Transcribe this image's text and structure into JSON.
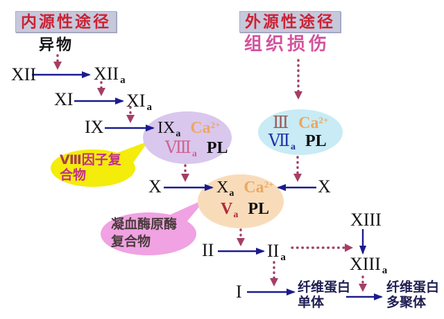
{
  "headers": {
    "intrinsic": "内源性途径",
    "extrinsic": "外源性途径",
    "trigger_intrinsic": "异物",
    "trigger_extrinsic": "组织损伤"
  },
  "factors": {
    "xii": "XII",
    "xiia": "XII",
    "xi": "XI",
    "xia": "XI",
    "ix": "IX",
    "x_left": "X",
    "x_right": "X",
    "ii": "II",
    "iia": "II",
    "i": "I",
    "xiii": "XIII",
    "xiiia": "XIII",
    "sub_a": "a"
  },
  "complexes": {
    "tenase_intrinsic": {
      "factor": "IX",
      "factor_sub": "a",
      "ca": "Ca",
      "ca_sup": "2+",
      "cofactor": "Ⅷ",
      "cofactor_sub": "a",
      "pl": "PL"
    },
    "tenase_extrinsic": {
      "tissue_factor": "Ⅲ",
      "ca": "Ca",
      "ca_sup": "2+",
      "factor": "Ⅶ",
      "factor_sub": "a",
      "pl": "PL"
    },
    "prothrombinase": {
      "factor": "X",
      "factor_sub": "a",
      "ca": "Ca",
      "ca_sup": "2+",
      "cofactor": "V",
      "cofactor_sub": "a",
      "pl": "PL"
    }
  },
  "callouts": {
    "factor8_complex": {
      "prefix": "Ⅷ",
      "line1_rest": "因子复",
      "line2": "合物"
    },
    "prothrombinase_complex": {
      "line1": "凝血酶原酶",
      "line2": "复合物"
    }
  },
  "products": {
    "fibrin_monomer": {
      "line1": "纤维蛋白",
      "line2": "单体"
    },
    "fibrin_polymer": {
      "line1": "纤维蛋白",
      "line2": "多聚体"
    }
  },
  "colors": {
    "header_text": "#cc2233",
    "header_bg": "#c6c8dc",
    "trigger_extrinsic_text": "#d4549e",
    "arrow_solid": "#1b1b8e",
    "arrow_dotted": "#a33f66",
    "ellipse_purple": "#d9c7ee",
    "ellipse_cyan": "#c8ebf5",
    "ellipse_orange": "#f8dcba",
    "bubble_yellow": "#f4ec0a",
    "bubble_pink": "#f0a2e2",
    "ca_text": "#eda75f",
    "factor8_text": "#cf6590",
    "factor5_text": "#b02a38",
    "factor7_text": "#2233a6",
    "factor3_text": "#9a5a52",
    "fibrin_text": "#1e1e52",
    "callout_yellow_text": "#c23090",
    "callout_pink_text": "#4a3c3c"
  }
}
